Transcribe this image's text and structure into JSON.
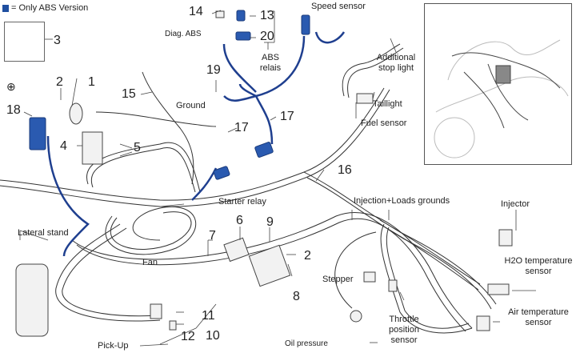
{
  "legend": {
    "swatch_color": "#1f4fa0",
    "text": "= Only ABS Version"
  },
  "colors": {
    "abs_harness": "#1f3f8f",
    "abs_component": "#2a5ab0",
    "line": "#333333"
  },
  "labels": {
    "speed_sensor": "Speed sensor",
    "diag_abs": "Diag. ABS",
    "abs_relais_1": "ABS",
    "abs_relais_2": "relais",
    "additional_stop_light_1": "Additional",
    "additional_stop_light_2": "stop light",
    "taillight": "Taillight",
    "fuel_sensor": "Fuel sensor",
    "ground": "Ground",
    "starter_relay": "Starter relay",
    "injection_loads_grounds": "Injection+Loads grounds",
    "injector": "Injector",
    "h2o_temp_1": "H2O temperature",
    "h2o_temp_2": "sensor",
    "air_temp_1": "Air temperature",
    "air_temp_2": "sensor",
    "stepper": "Stepper",
    "throttle_1": "Throttle",
    "throttle_2": "position",
    "throttle_3": "sensor",
    "oil_pressure": "Oil pressure",
    "lateral_stand": "Lateral stand",
    "fan": "Fan",
    "pick_up": "Pick-Up"
  },
  "part_numbers": {
    "p1": "1",
    "p2a": "2",
    "p2b": "2",
    "p3": "3",
    "p4": "4",
    "p5": "5",
    "p6": "6",
    "p7": "7",
    "p8": "8",
    "p9": "9",
    "p10": "10",
    "p11": "11",
    "p12": "12",
    "p13": "13",
    "p14": "14",
    "p15": "15",
    "p16": "16",
    "p17a": "17",
    "p17b": "17",
    "p18": "18",
    "p19": "19",
    "p20": "20"
  },
  "icons": {
    "ground_symbol": "⊕"
  }
}
